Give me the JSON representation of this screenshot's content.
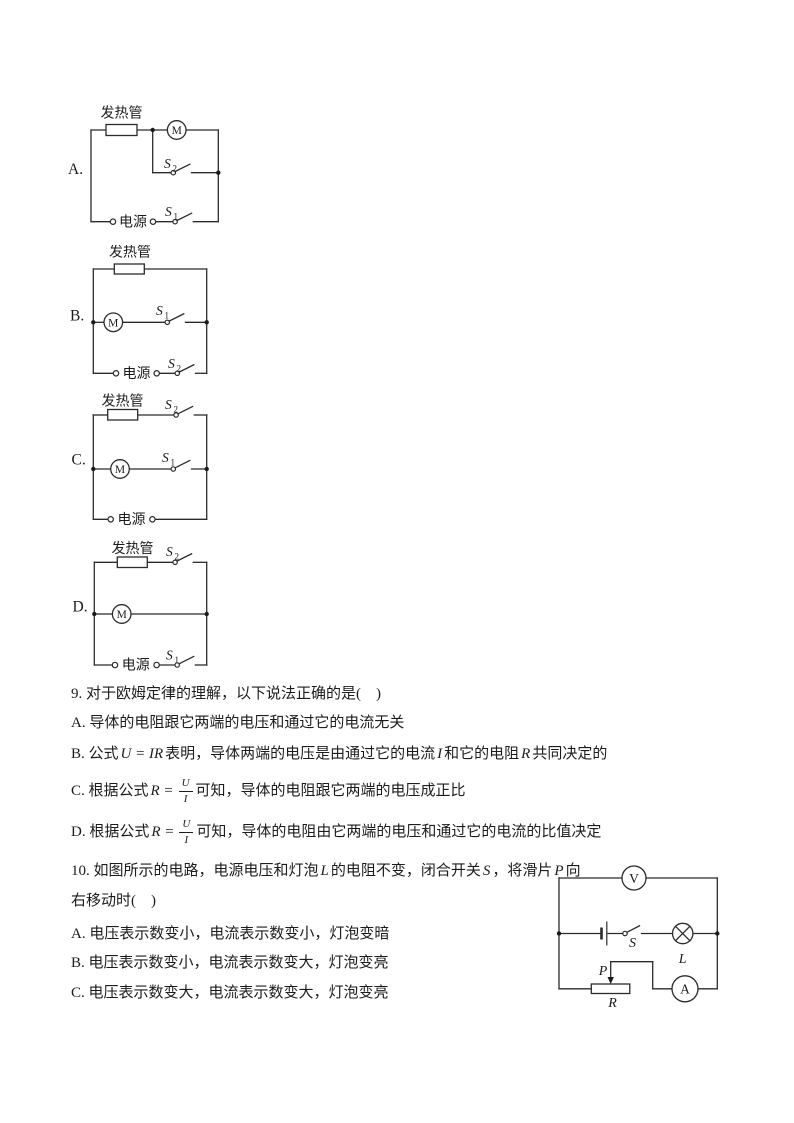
{
  "page": {
    "background": "#ffffff",
    "ink": "#2b2b2b"
  },
  "circuit_options": {
    "a": {
      "letter": "A.",
      "heater_label": "发热管",
      "power_label": "电源",
      "motor_letter": "M",
      "branch_switch": {
        "base": "S",
        "sub": "2"
      },
      "bottom_switch": {
        "base": "S",
        "sub": "1"
      }
    },
    "b": {
      "letter": "B.",
      "heater_label": "发热管",
      "power_label": "电源",
      "motor_letter": "M",
      "middle_switch": {
        "base": "S",
        "sub": "1"
      },
      "bottom_switch": {
        "base": "S",
        "sub": "2"
      }
    },
    "c": {
      "letter": "C.",
      "heater_label": "发热管",
      "power_label": "电源",
      "motor_letter": "M",
      "top_switch": {
        "base": "S",
        "sub": "2"
      },
      "middle_switch": {
        "base": "S",
        "sub": "1"
      }
    },
    "d": {
      "letter": "D.",
      "heater_label": "发热管",
      "power_label": "电源",
      "motor_letter": "M",
      "top_switch": {
        "base": "S",
        "sub": "2"
      },
      "bottom_switch": {
        "base": "S",
        "sub": "1"
      }
    }
  },
  "question9": {
    "stem": "9. 对于欧姆定律的理解，以下说法正确的是(　)",
    "option_a": "A. 导体的电阻跟它两端的电压和通过它的电流无关",
    "option_b": {
      "t1": "B. 公式",
      "m1": "U = IR",
      "t2": "表明，导体两端的电压是由通过它的电流",
      "m2": "I",
      "t3": "和它的电阻",
      "m3": "R",
      "t4": "共同决定的"
    },
    "option_c": {
      "t1": "C. 根据公式",
      "m1": "R =",
      "frac_num": "U",
      "frac_den": "I",
      "t2": "可知，导体的电阻跟它两端的电压成正比"
    },
    "option_d": {
      "t1": "D. 根据公式",
      "m1": "R =",
      "frac_num": "U",
      "frac_den": "I",
      "t2": "可知，导体的电阻由它两端的电压和通过它的电流的比值决定"
    }
  },
  "question10": {
    "stem1": {
      "t1": "10. 如图所示的电路，电源电压和灯泡",
      "m1": "L",
      "t2": "的电阻不变，闭合开关",
      "m2": "S",
      "t3": "，将滑片",
      "m3": "P",
      "t4": "向"
    },
    "stem2": "右移动时(　)",
    "option_a": "A. 电压表示数变小，电流表示数变小，灯泡变暗",
    "option_b": "B. 电压表示数变小，电流表示数变大，灯泡变亮",
    "option_c": "C. 电压表示数变大，电流表示数变大，灯泡变亮",
    "circuit": {
      "voltmeter_letter": "V",
      "ammeter_letter": "A",
      "lamp_letter": "L",
      "switch_letter": "S",
      "slider_letter": "P",
      "rheostat_letter": "R"
    }
  }
}
